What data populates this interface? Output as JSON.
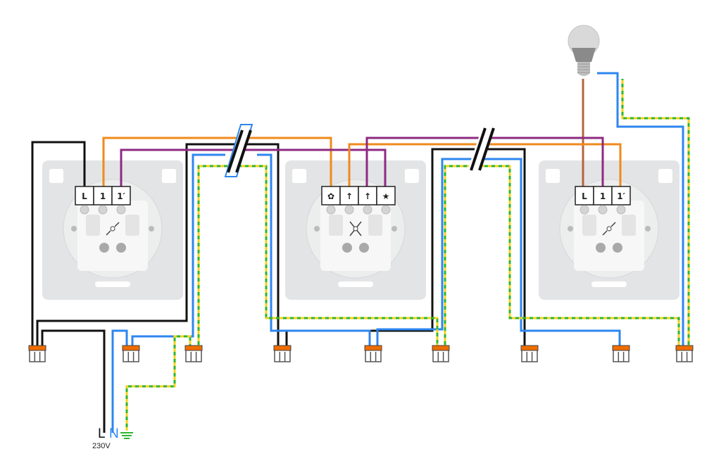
{
  "colors": {
    "line": "#111111",
    "neutral": "#2d86f0",
    "earth_yellow": "#f2d21b",
    "earth_green": "#2fb52f",
    "traveler_1": "#f08a1c",
    "traveler_2": "#8e2a82",
    "lamp_wire": "#b5653c",
    "connector_lever": "#ef6c00",
    "plate": "#e3e4e6"
  },
  "switches": [
    {
      "terminals": [
        "L",
        "1",
        "1′"
      ],
      "symbol": "two-way-icon"
    },
    {
      "terminals": [
        "✿",
        "↑",
        "↑",
        "★"
      ],
      "symbol": "cross-switch-icon"
    },
    {
      "terminals": [
        "L",
        "1",
        "1′"
      ],
      "symbol": "two-way-icon"
    }
  ],
  "supply": {
    "live": "L",
    "neutral": "N",
    "voltage": "230V",
    "earth_icon": "earth-icon"
  },
  "lamp_icon": "light-bulb-icon"
}
